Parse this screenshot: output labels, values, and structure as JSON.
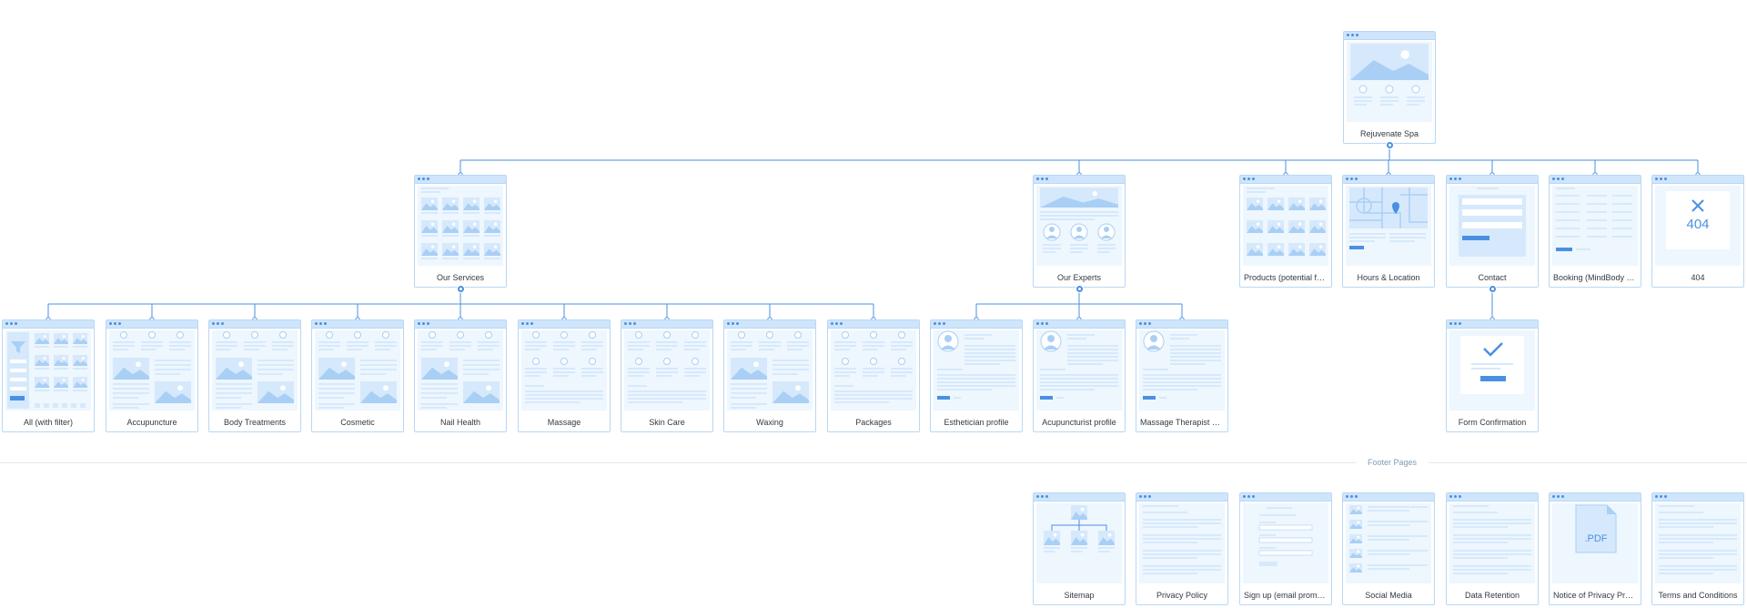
{
  "footer_divider_label": "Footer Pages",
  "nodes": [
    {
      "id": "home",
      "label": "Rejuvenate Spa",
      "thumb": "hero-icons"
    },
    {
      "id": "services",
      "label": "Our Services",
      "thumb": "image-grid"
    },
    {
      "id": "experts",
      "label": "Our Experts",
      "thumb": "banner-avatars"
    },
    {
      "id": "products",
      "label": "Products (potential future)",
      "thumb": "image-grid-3"
    },
    {
      "id": "hours",
      "label": "Hours & Location",
      "thumb": "map"
    },
    {
      "id": "contact",
      "label": "Contact",
      "thumb": "form"
    },
    {
      "id": "booking",
      "label": "Booking (MindBody Online)",
      "thumb": "booking-list"
    },
    {
      "id": "notfound",
      "label": "404",
      "thumb": "error-404",
      "glyph": "404"
    },
    {
      "id": "all",
      "label": "All (with filter)",
      "thumb": "filter-grid"
    },
    {
      "id": "acupuncture",
      "label": "Accupuncture",
      "thumb": "article-icons"
    },
    {
      "id": "body",
      "label": "Body Treatments",
      "thumb": "article-icons"
    },
    {
      "id": "cosmetic",
      "label": "Cosmetic",
      "thumb": "article-icons"
    },
    {
      "id": "nail",
      "label": "Nail Health",
      "thumb": "article-icons"
    },
    {
      "id": "massage",
      "label": "Massage",
      "thumb": "icon-rows"
    },
    {
      "id": "skincare",
      "label": "Skin Care",
      "thumb": "icon-rows"
    },
    {
      "id": "waxing",
      "label": "Waxing",
      "thumb": "article-icons"
    },
    {
      "id": "packages",
      "label": "Packages",
      "thumb": "icon-rows"
    },
    {
      "id": "esthetician",
      "label": "Esthetician profile",
      "thumb": "profile"
    },
    {
      "id": "acupuncturist",
      "label": "Acupuncturist profile",
      "thumb": "profile"
    },
    {
      "id": "massage-therapist",
      "label": "Massage Therapist profile",
      "thumb": "profile"
    },
    {
      "id": "confirmation",
      "label": "Form Confirmation",
      "thumb": "checkmark"
    },
    {
      "id": "sitemap",
      "label": "Sitemap",
      "thumb": "tree"
    },
    {
      "id": "privacy",
      "label": "Privacy Policy",
      "thumb": "text-page"
    },
    {
      "id": "signup",
      "label": "Sign up (email promotions)",
      "thumb": "signup-form"
    },
    {
      "id": "social",
      "label": "Social Media",
      "thumb": "social-list"
    },
    {
      "id": "retention",
      "label": "Data Retention",
      "thumb": "text-page"
    },
    {
      "id": "notice",
      "label": "Notice of Privacy Practices",
      "thumb": "pdf",
      "glyph": ".PDF"
    },
    {
      "id": "terms",
      "label": "Terms and Conditions",
      "thumb": "text-page"
    }
  ],
  "edges": [
    [
      "home",
      "services"
    ],
    [
      "home",
      "experts"
    ],
    [
      "home",
      "products"
    ],
    [
      "home",
      "hours"
    ],
    [
      "home",
      "contact"
    ],
    [
      "home",
      "booking"
    ],
    [
      "home",
      "notfound"
    ],
    [
      "services",
      "all"
    ],
    [
      "services",
      "acupuncture"
    ],
    [
      "services",
      "body"
    ],
    [
      "services",
      "cosmetic"
    ],
    [
      "services",
      "nail"
    ],
    [
      "services",
      "massage"
    ],
    [
      "services",
      "skincare"
    ],
    [
      "services",
      "waxing"
    ],
    [
      "services",
      "packages"
    ],
    [
      "experts",
      "esthetician"
    ],
    [
      "experts",
      "acupuncturist"
    ],
    [
      "experts",
      "massage-therapist"
    ],
    [
      "contact",
      "confirmation"
    ]
  ],
  "colors": {
    "line": "#4a90e2",
    "frame": "#b8d8f5",
    "fill": "#d6e9fc",
    "fill_dark": "#a9cff5",
    "text": "#333a40"
  }
}
